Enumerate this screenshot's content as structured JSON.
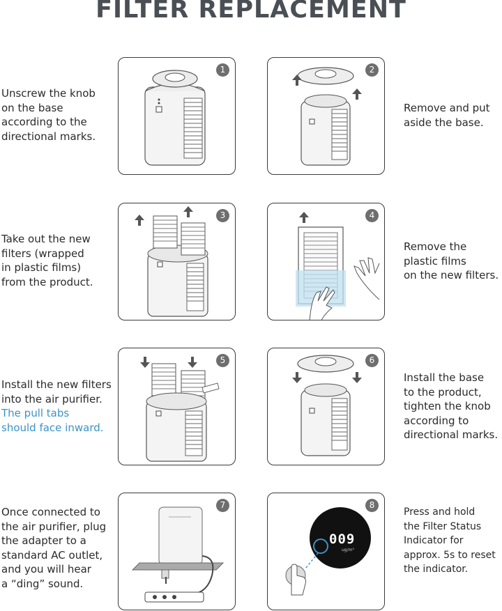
{
  "title": "FILTER REPLACEMENT",
  "steps": [
    {
      "number": "1",
      "lines": [
        "Unscrew the knob",
        "on the base",
        "according to the",
        "directional marks."
      ]
    },
    {
      "number": "2",
      "lines": [
        "Remove and put",
        "aside the base."
      ]
    },
    {
      "number": "3",
      "lines": [
        "Take out the new",
        "filters (wrapped",
        "in plastic films)",
        "from the product."
      ]
    },
    {
      "number": "4",
      "lines": [
        "Remove the",
        "plastic films",
        "on the new filters."
      ]
    },
    {
      "number": "5",
      "lines": [
        "Install the new filters",
        "into the air purifier."
      ],
      "highlight_lines": [
        "The pull tabs",
        "should face inward."
      ]
    },
    {
      "number": "6",
      "lines": [
        "Install the base",
        "to the product,",
        "tighten the knob",
        "according to",
        "directional marks."
      ]
    },
    {
      "number": "7",
      "lines": [
        "Once connected to",
        "the air purifier, plug",
        "the adapter to a",
        "standard AC outlet,",
        "and you will hear",
        "a “ding” sound."
      ]
    },
    {
      "number": "8",
      "lines": [
        "Press and hold",
        "the Filter Status",
        "Indicator for",
        "approx. 5s to reset",
        "the indicator."
      ]
    }
  ],
  "display": {
    "reading": "009",
    "unit": "ug/m³"
  },
  "colors": {
    "title": "#4a4f55",
    "highlight": "#3a94c6",
    "badge": "#6e6e6e",
    "water": "#bfe0f0"
  }
}
